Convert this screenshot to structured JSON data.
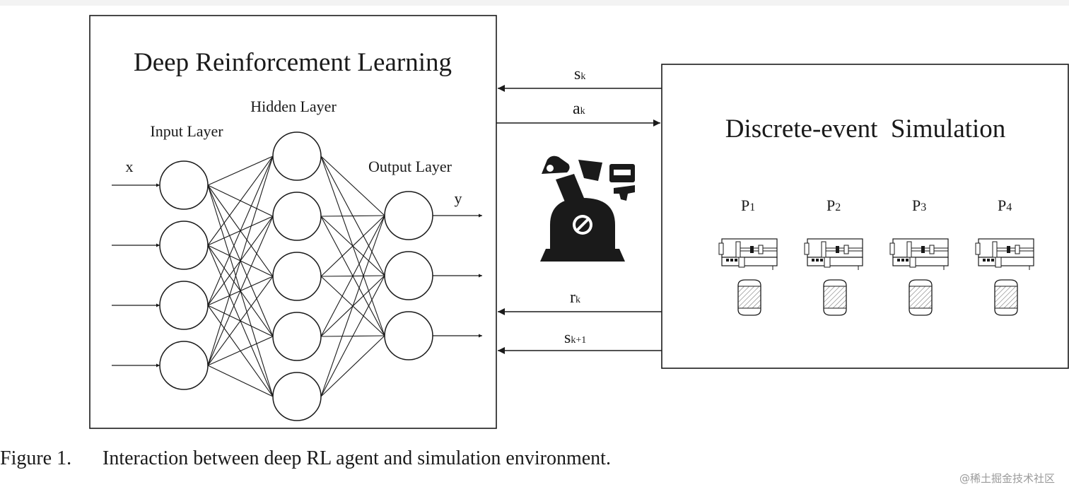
{
  "colors": {
    "line": "#1a1a1a",
    "background": "#ffffff",
    "hatch": "#777777",
    "watermark": "#9a9a9a"
  },
  "agent": {
    "title": "Deep Reinforcement Learning",
    "input_layer_label": "Input Layer",
    "hidden_layer_label": "Hidden Layer",
    "output_layer_label": "Output Layer",
    "input_var": "x",
    "output_var": "y",
    "robot_icon": "robot-arm-icon"
  },
  "network": {
    "input_nodes": 4,
    "hidden_nodes": 5,
    "output_nodes": 3
  },
  "signals": {
    "state": {
      "base": "s",
      "sub": "k"
    },
    "action": {
      "base": "a",
      "sub": "k"
    },
    "reward": {
      "base": "r",
      "sub": "k"
    },
    "next_state": {
      "base": "s",
      "sub": "k+1"
    }
  },
  "environment": {
    "title": "Discrete-event  Simulation",
    "machines": [
      {
        "base": "P",
        "sub": "1"
      },
      {
        "base": "P",
        "sub": "2"
      },
      {
        "base": "P",
        "sub": "3"
      },
      {
        "base": "P",
        "sub": "4"
      }
    ],
    "machine_icon": "machine-tool-icon",
    "buffer_icon": "buffer-tank-icon"
  },
  "caption": {
    "label": "Figure  1.",
    "text": "Interaction between deep RL agent and simulation environment."
  },
  "watermark": "@稀土掘金技术社区"
}
